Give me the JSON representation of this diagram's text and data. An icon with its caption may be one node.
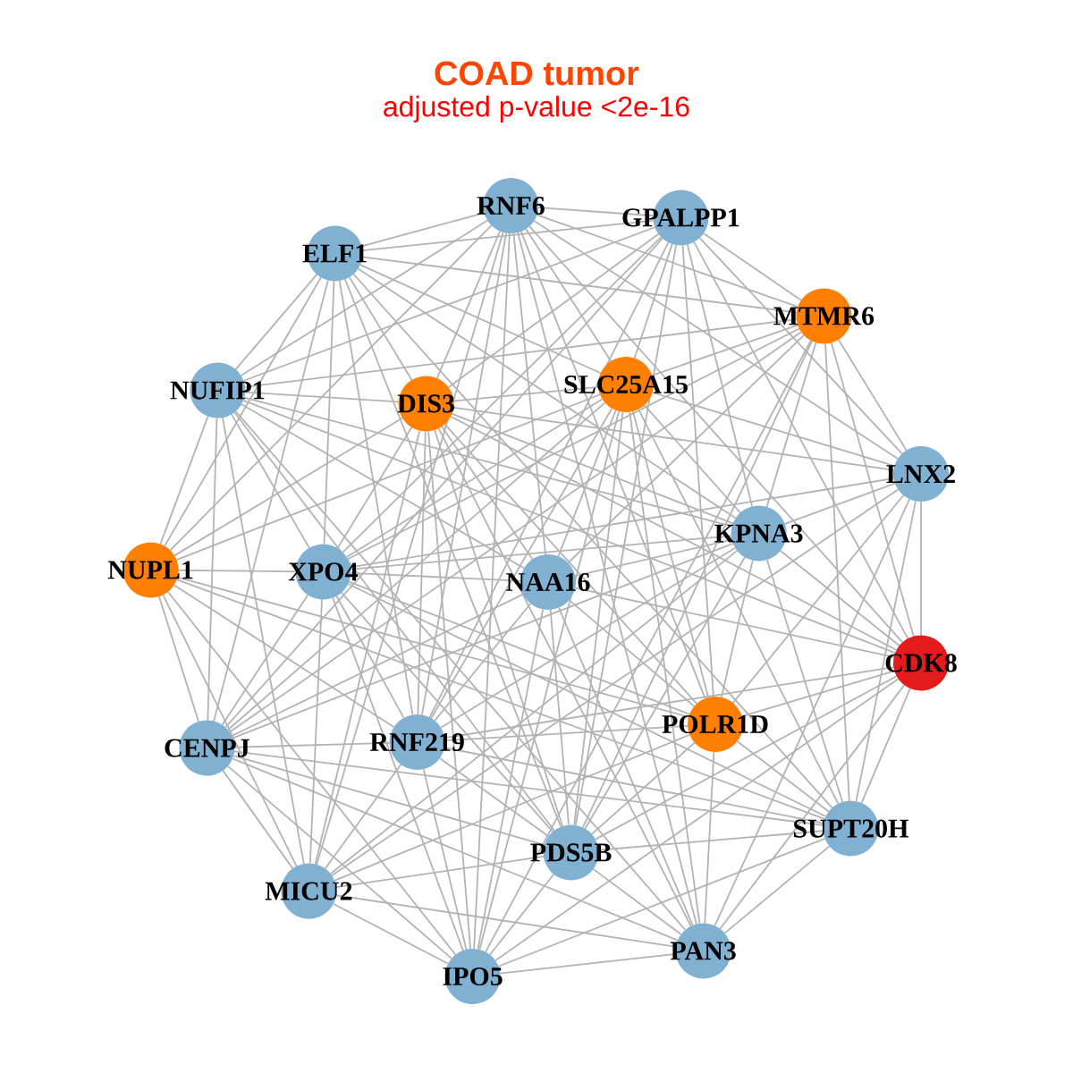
{
  "diagram": {
    "title": "COAD tumor",
    "labels": [
      "adjusted p-value <2e-16"
    ],
    "nodes": [
      {
        "text": [
          "RNF6"
        ]
      },
      {
        "text": [
          "GPALPP1"
        ]
      },
      {
        "text": [
          "ELF1"
        ]
      },
      {
        "text": [
          "MTMR6"
        ]
      },
      {
        "text": [
          "SLC25A15"
        ]
      },
      {
        "text": [
          "NUFIP1"
        ]
      },
      {
        "text": [
          "DIS3"
        ]
      },
      {
        "text": [
          "LNX2"
        ]
      },
      {
        "text": [
          "KPNA3"
        ]
      },
      {
        "text": [
          "NUPL1"
        ]
      },
      {
        "text": [
          "XPO4"
        ]
      },
      {
        "text": [
          "NAA16"
        ]
      },
      {
        "text": [
          "CDK8"
        ]
      },
      {
        "text": [
          "POLR1D"
        ]
      },
      {
        "text": [
          "RNF219"
        ]
      },
      {
        "text": [
          "CENPJ"
        ]
      },
      {
        "text": [
          "SUPT20H"
        ]
      },
      {
        "text": [
          "PDS5B"
        ]
      },
      {
        "text": [
          "MICU2"
        ]
      },
      {
        "text": [
          "PAN3"
        ]
      },
      {
        "text": [
          "IPO5"
        ]
      }
    ],
    "edges": [
      {
        "from": 0,
        "to": 1,
        "arrow": "none"
      },
      {
        "from": 0,
        "to": 2,
        "arrow": "none"
      },
      {
        "from": 0,
        "to": 3,
        "arrow": "none"
      },
      {
        "from": 0,
        "to": 4,
        "arrow": "none"
      },
      {
        "from": 0,
        "to": 5,
        "arrow": "none"
      },
      {
        "from": 0,
        "to": 6,
        "arrow": "none"
      },
      {
        "from": 0,
        "to": 7,
        "arrow": "none"
      },
      {
        "from": 0,
        "to": 9,
        "arrow": "none"
      },
      {
        "from": 0,
        "to": 11,
        "arrow": "none"
      },
      {
        "from": 0,
        "to": 12,
        "arrow": "none"
      },
      {
        "from": 0,
        "to": 13,
        "arrow": "none"
      },
      {
        "from": 0,
        "to": 14,
        "arrow": "none"
      },
      {
        "from": 0,
        "to": 18,
        "arrow": "none"
      },
      {
        "from": 0,
        "to": 19,
        "arrow": "none"
      },
      {
        "from": 0,
        "to": 20,
        "arrow": "none"
      },
      {
        "from": 1,
        "to": 2,
        "arrow": "none"
      },
      {
        "from": 1,
        "to": 3,
        "arrow": "none"
      },
      {
        "from": 1,
        "to": 4,
        "arrow": "none"
      },
      {
        "from": 1,
        "to": 5,
        "arrow": "none"
      },
      {
        "from": 1,
        "to": 6,
        "arrow": "none"
      },
      {
        "from": 1,
        "to": 7,
        "arrow": "none"
      },
      {
        "from": 1,
        "to": 8,
        "arrow": "none"
      },
      {
        "from": 1,
        "to": 10,
        "arrow": "none"
      },
      {
        "from": 1,
        "to": 12,
        "arrow": "none"
      },
      {
        "from": 1,
        "to": 13,
        "arrow": "none"
      },
      {
        "from": 1,
        "to": 14,
        "arrow": "none"
      },
      {
        "from": 1,
        "to": 15,
        "arrow": "none"
      },
      {
        "from": 1,
        "to": 17,
        "arrow": "none"
      },
      {
        "from": 2,
        "to": 3,
        "arrow": "none"
      },
      {
        "from": 2,
        "to": 4,
        "arrow": "none"
      },
      {
        "from": 2,
        "to": 5,
        "arrow": "none"
      },
      {
        "from": 2,
        "to": 6,
        "arrow": "none"
      },
      {
        "from": 2,
        "to": 8,
        "arrow": "none"
      },
      {
        "from": 2,
        "to": 9,
        "arrow": "none"
      },
      {
        "from": 2,
        "to": 10,
        "arrow": "none"
      },
      {
        "from": 2,
        "to": 14,
        "arrow": "none"
      },
      {
        "from": 2,
        "to": 15,
        "arrow": "none"
      },
      {
        "from": 2,
        "to": 16,
        "arrow": "none"
      },
      {
        "from": 2,
        "to": 17,
        "arrow": "none"
      },
      {
        "from": 3,
        "to": 4,
        "arrow": "none"
      },
      {
        "from": 3,
        "to": 5,
        "arrow": "none"
      },
      {
        "from": 3,
        "to": 7,
        "arrow": "none"
      },
      {
        "from": 3,
        "to": 8,
        "arrow": "none"
      },
      {
        "from": 3,
        "to": 10,
        "arrow": "none"
      },
      {
        "from": 3,
        "to": 11,
        "arrow": "none"
      },
      {
        "from": 3,
        "to": 12,
        "arrow": "none"
      },
      {
        "from": 3,
        "to": 15,
        "arrow": "none"
      },
      {
        "from": 3,
        "to": 16,
        "arrow": "none"
      },
      {
        "from": 3,
        "to": 17,
        "arrow": "none"
      },
      {
        "from": 3,
        "to": 20,
        "arrow": "none"
      },
      {
        "from": 4,
        "to": 6,
        "arrow": "none"
      },
      {
        "from": 4,
        "to": 7,
        "arrow": "none"
      },
      {
        "from": 4,
        "to": 8,
        "arrow": "none"
      },
      {
        "from": 4,
        "to": 9,
        "arrow": "none"
      },
      {
        "from": 4,
        "to": 10,
        "arrow": "none"
      },
      {
        "from": 4,
        "to": 11,
        "arrow": "none"
      },
      {
        "from": 4,
        "to": 13,
        "arrow": "none"
      },
      {
        "from": 4,
        "to": 14,
        "arrow": "none"
      },
      {
        "from": 4,
        "to": 15,
        "arrow": "none"
      },
      {
        "from": 4,
        "to": 16,
        "arrow": "none"
      },
      {
        "from": 4,
        "to": 17,
        "arrow": "none"
      },
      {
        "from": 4,
        "to": 19,
        "arrow": "none"
      },
      {
        "from": 4,
        "to": 20,
        "arrow": "none"
      },
      {
        "from": 5,
        "to": 6,
        "arrow": "none"
      },
      {
        "from": 5,
        "to": 8,
        "arrow": "none"
      },
      {
        "from": 5,
        "to": 9,
        "arrow": "none"
      },
      {
        "from": 5,
        "to": 10,
        "arrow": "none"
      },
      {
        "from": 5,
        "to": 11,
        "arrow": "none"
      },
      {
        "from": 5,
        "to": 12,
        "arrow": "none"
      },
      {
        "from": 5,
        "to": 15,
        "arrow": "none"
      },
      {
        "from": 5,
        "to": 17,
        "arrow": "none"
      },
      {
        "from": 5,
        "to": 18,
        "arrow": "none"
      },
      {
        "from": 5,
        "to": 19,
        "arrow": "none"
      },
      {
        "from": 6,
        "to": 7,
        "arrow": "none"
      },
      {
        "from": 6,
        "to": 8,
        "arrow": "none"
      },
      {
        "from": 6,
        "to": 9,
        "arrow": "none"
      },
      {
        "from": 6,
        "to": 10,
        "arrow": "none"
      },
      {
        "from": 6,
        "to": 11,
        "arrow": "none"
      },
      {
        "from": 6,
        "to": 12,
        "arrow": "none"
      },
      {
        "from": 6,
        "to": 13,
        "arrow": "none"
      },
      {
        "from": 6,
        "to": 14,
        "arrow": "none"
      },
      {
        "from": 6,
        "to": 17,
        "arrow": "none"
      },
      {
        "from": 6,
        "to": 18,
        "arrow": "none"
      },
      {
        "from": 6,
        "to": 19,
        "arrow": "none"
      },
      {
        "from": 6,
        "to": 20,
        "arrow": "none"
      },
      {
        "from": 7,
        "to": 8,
        "arrow": "none"
      },
      {
        "from": 7,
        "to": 10,
        "arrow": "none"
      },
      {
        "from": 7,
        "to": 12,
        "arrow": "none"
      },
      {
        "from": 7,
        "to": 13,
        "arrow": "none"
      },
      {
        "from": 7,
        "to": 16,
        "arrow": "none"
      },
      {
        "from": 7,
        "to": 18,
        "arrow": "none"
      },
      {
        "from": 7,
        "to": 19,
        "arrow": "none"
      },
      {
        "from": 8,
        "to": 10,
        "arrow": "none"
      },
      {
        "from": 8,
        "to": 11,
        "arrow": "none"
      },
      {
        "from": 8,
        "to": 12,
        "arrow": "none"
      },
      {
        "from": 8,
        "to": 13,
        "arrow": "none"
      },
      {
        "from": 8,
        "to": 14,
        "arrow": "none"
      },
      {
        "from": 8,
        "to": 15,
        "arrow": "none"
      },
      {
        "from": 8,
        "to": 16,
        "arrow": "none"
      },
      {
        "from": 8,
        "to": 17,
        "arrow": "none"
      },
      {
        "from": 8,
        "to": 18,
        "arrow": "none"
      },
      {
        "from": 9,
        "to": 10,
        "arrow": "none"
      },
      {
        "from": 9,
        "to": 13,
        "arrow": "none"
      },
      {
        "from": 9,
        "to": 14,
        "arrow": "none"
      },
      {
        "from": 9,
        "to": 15,
        "arrow": "none"
      },
      {
        "from": 9,
        "to": 16,
        "arrow": "none"
      },
      {
        "from": 9,
        "to": 18,
        "arrow": "none"
      },
      {
        "from": 9,
        "to": 20,
        "arrow": "none"
      },
      {
        "from": 10,
        "to": 11,
        "arrow": "none"
      },
      {
        "from": 10,
        "to": 13,
        "arrow": "none"
      },
      {
        "from": 10,
        "to": 14,
        "arrow": "none"
      },
      {
        "from": 10,
        "to": 15,
        "arrow": "none"
      },
      {
        "from": 10,
        "to": 16,
        "arrow": "none"
      },
      {
        "from": 10,
        "to": 17,
        "arrow": "none"
      },
      {
        "from": 10,
        "to": 18,
        "arrow": "none"
      },
      {
        "from": 10,
        "to": 20,
        "arrow": "none"
      },
      {
        "from": 11,
        "to": 12,
        "arrow": "none"
      },
      {
        "from": 11,
        "to": 13,
        "arrow": "none"
      },
      {
        "from": 11,
        "to": 14,
        "arrow": "none"
      },
      {
        "from": 11,
        "to": 15,
        "arrow": "none"
      },
      {
        "from": 11,
        "to": 17,
        "arrow": "none"
      },
      {
        "from": 11,
        "to": 19,
        "arrow": "none"
      },
      {
        "from": 11,
        "to": 20,
        "arrow": "none"
      },
      {
        "from": 12,
        "to": 13,
        "arrow": "none"
      },
      {
        "from": 12,
        "to": 14,
        "arrow": "none"
      },
      {
        "from": 12,
        "to": 16,
        "arrow": "none"
      },
      {
        "from": 12,
        "to": 17,
        "arrow": "none"
      },
      {
        "from": 12,
        "to": 19,
        "arrow": "none"
      },
      {
        "from": 12,
        "to": 20,
        "arrow": "none"
      },
      {
        "from": 13,
        "to": 14,
        "arrow": "none"
      },
      {
        "from": 13,
        "to": 16,
        "arrow": "none"
      },
      {
        "from": 13,
        "to": 17,
        "arrow": "none"
      },
      {
        "from": 13,
        "to": 18,
        "arrow": "none"
      },
      {
        "from": 13,
        "to": 19,
        "arrow": "none"
      },
      {
        "from": 14,
        "to": 15,
        "arrow": "none"
      },
      {
        "from": 14,
        "to": 16,
        "arrow": "none"
      },
      {
        "from": 14,
        "to": 17,
        "arrow": "none"
      },
      {
        "from": 14,
        "to": 18,
        "arrow": "none"
      },
      {
        "from": 14,
        "to": 20,
        "arrow": "none"
      },
      {
        "from": 15,
        "to": 16,
        "arrow": "none"
      },
      {
        "from": 15,
        "to": 17,
        "arrow": "none"
      },
      {
        "from": 15,
        "to": 18,
        "arrow": "none"
      },
      {
        "from": 15,
        "to": 19,
        "arrow": "none"
      },
      {
        "from": 15,
        "to": 20,
        "arrow": "none"
      },
      {
        "from": 16,
        "to": 17,
        "arrow": "none"
      },
      {
        "from": 16,
        "to": 19,
        "arrow": "none"
      },
      {
        "from": 16,
        "to": 20,
        "arrow": "none"
      },
      {
        "from": 17,
        "to": 18,
        "arrow": "none"
      },
      {
        "from": 17,
        "to": 19,
        "arrow": "none"
      },
      {
        "from": 17,
        "to": 20,
        "arrow": "none"
      },
      {
        "from": 18,
        "to": 19,
        "arrow": "none"
      },
      {
        "from": 18,
        "to": 20,
        "arrow": "none"
      },
      {
        "from": 19,
        "to": 20,
        "arrow": "none"
      }
    ]
  }
}
